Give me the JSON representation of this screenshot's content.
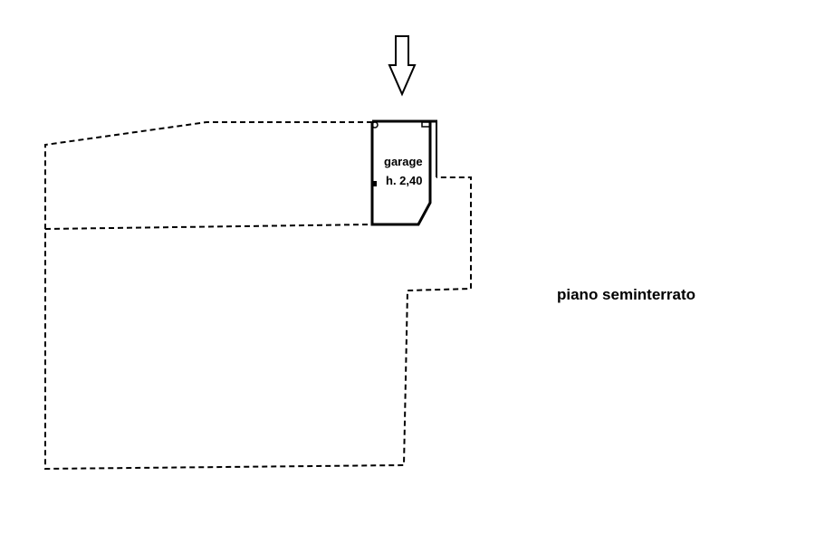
{
  "room": {
    "name": "garage",
    "height": "h. 2,40"
  },
  "floor_label": "piano seminterrato",
  "icons": {
    "entrance": "down-arrow-icon"
  }
}
